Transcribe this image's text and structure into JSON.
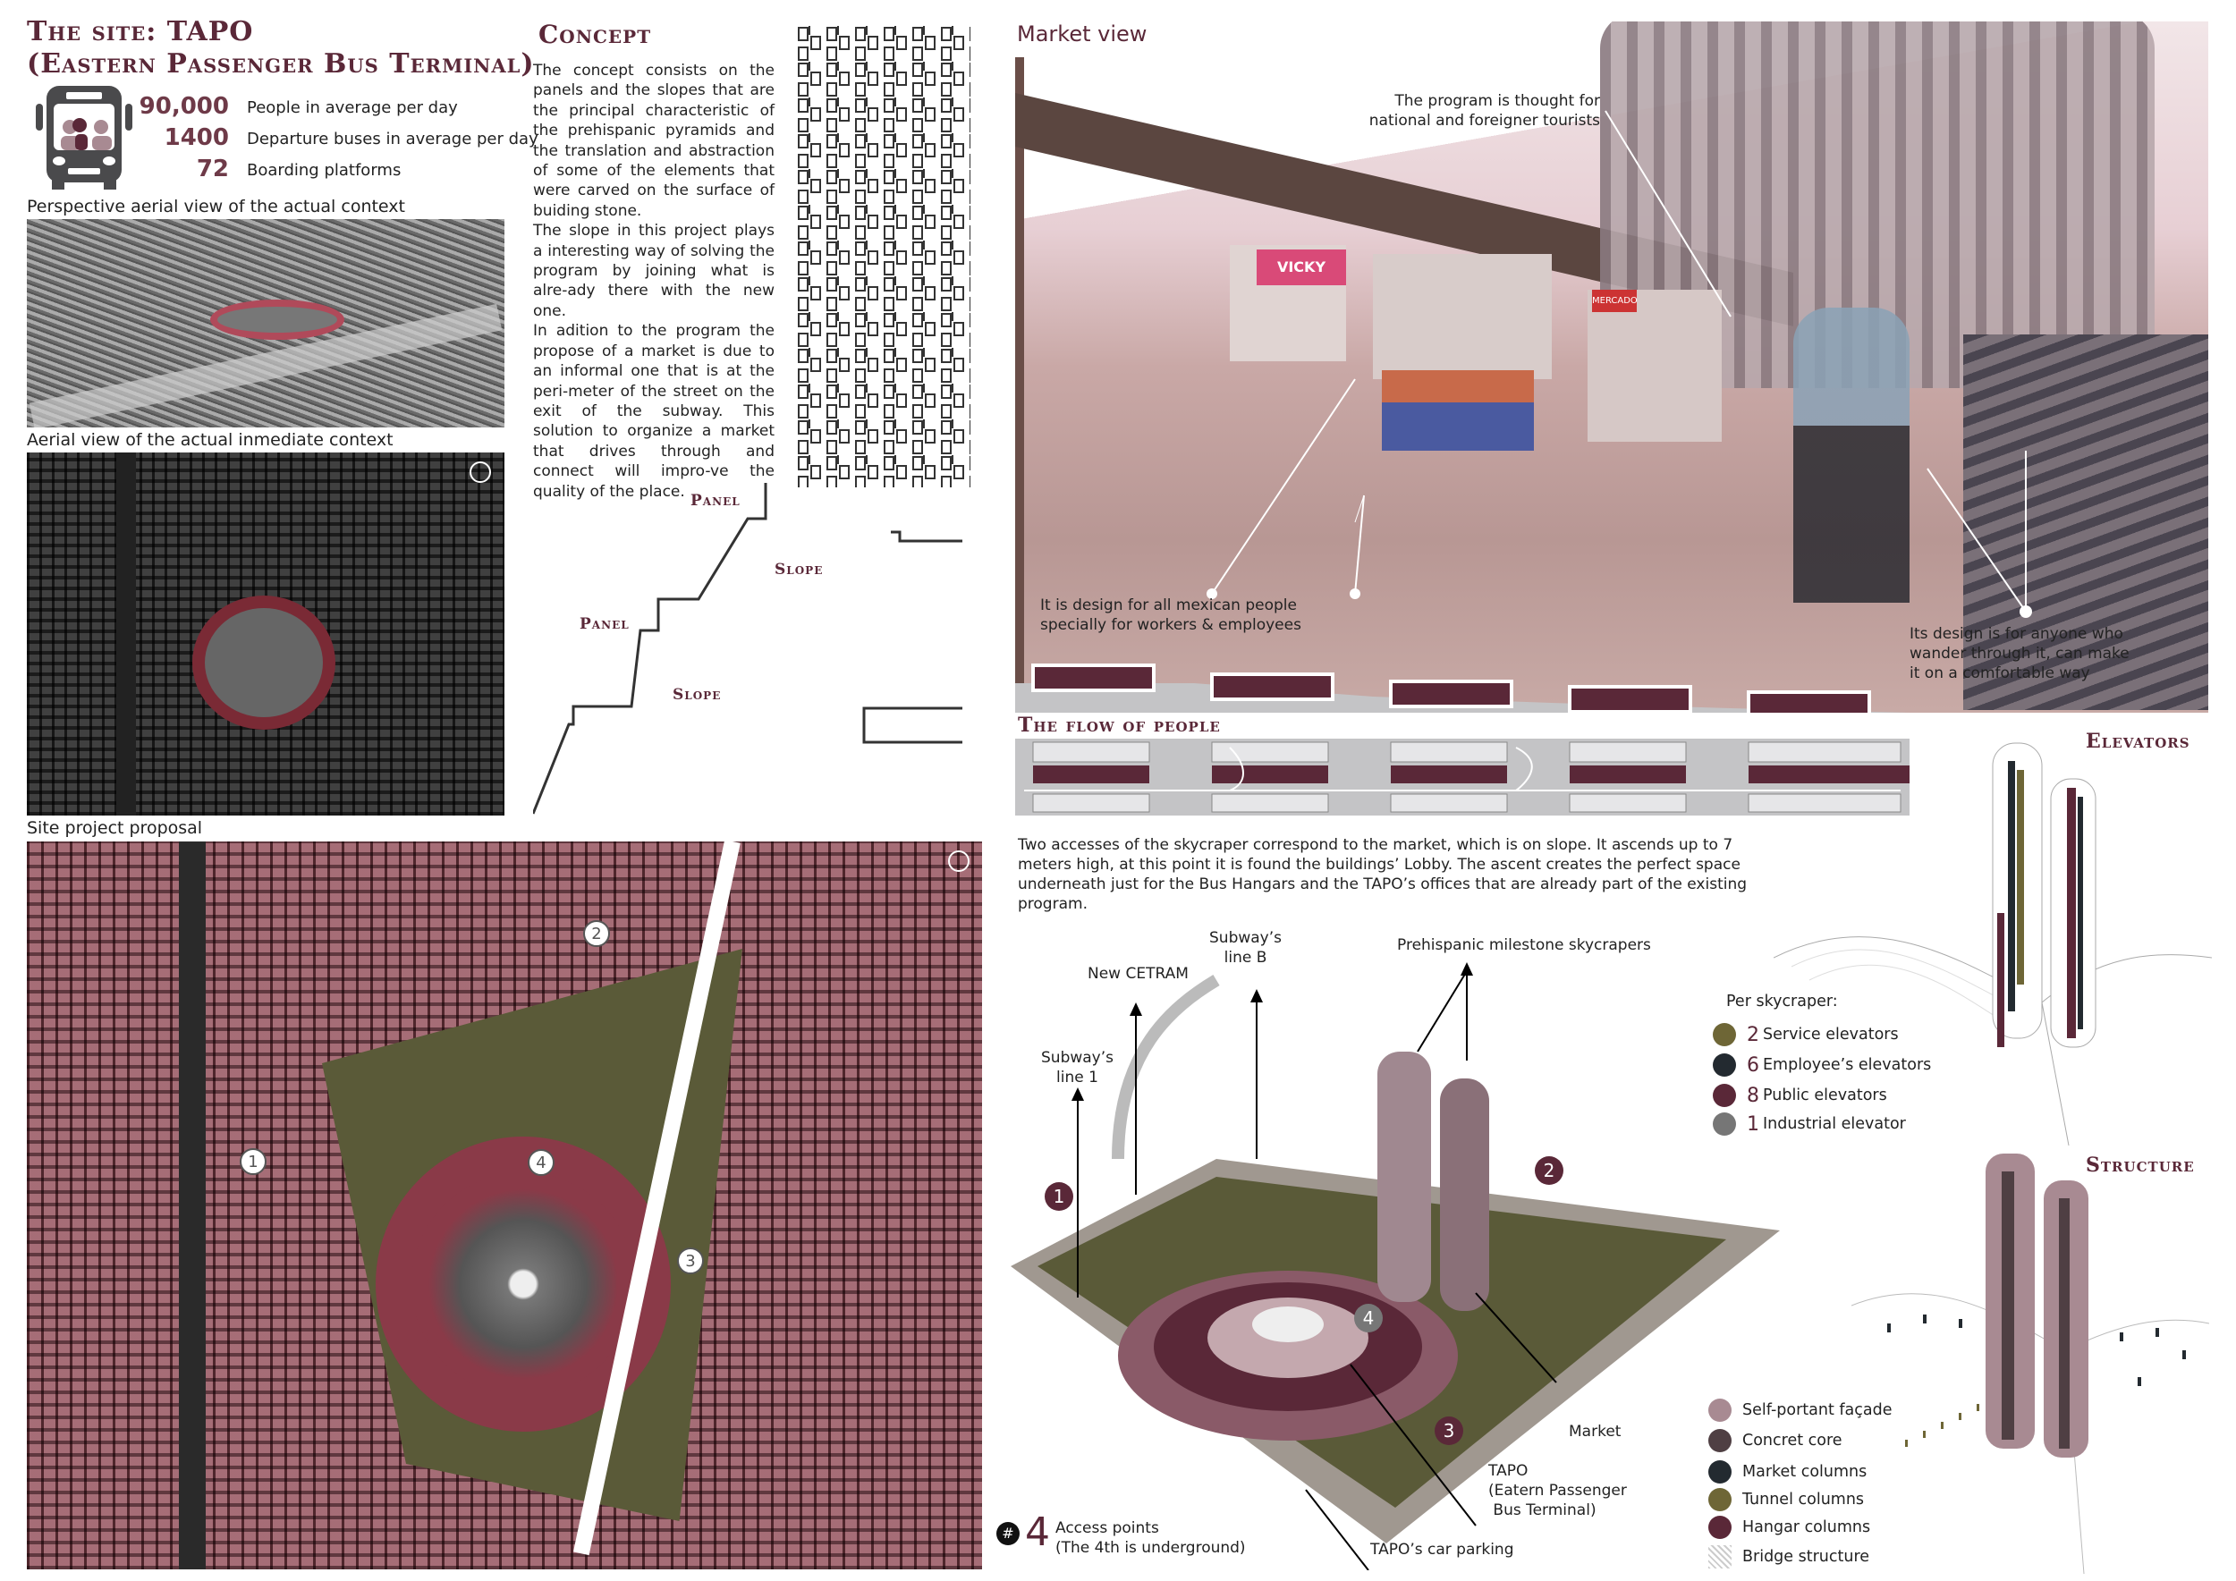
{
  "site": {
    "title_line1": "The site: TAPO",
    "title_line2": "(Eastern Passenger Bus Terminal)",
    "stats": [
      {
        "value": "90,000",
        "label": "People in average per day"
      },
      {
        "value": "1400",
        "label": "Departure buses in average per day"
      },
      {
        "value": "72",
        "label": "Boarding platforms"
      }
    ],
    "caption_perspective": "Perspective aerial view of the actual context",
    "caption_aerial": "Aerial view of the actual inmediate context",
    "caption_proposal": "Site project proposal",
    "map_markers": [
      "1",
      "2",
      "3",
      "4"
    ]
  },
  "concept": {
    "title": "Concept",
    "text": "The concept consists on the panels and the slopes that are the principal characteristic of the prehispanic pyramids and the translation and abstraction of some of the elements that were carved on the surface of buiding stone.\nThe slope in this project plays a interesting way of solving the program by joining what is alre-ady there with the new one.\nIn adition to the program the propose of a market is due to an informal  one that is at the peri-meter of the street on the exit of the subway. This solution to organize a market that drives through and connect will impro-ve the quality of the place.",
    "diagram_labels": {
      "panel1": "Panel",
      "slope1": "Slope",
      "panel2": "Panel",
      "slope2": "Slope"
    }
  },
  "market": {
    "title": "Market view",
    "note_tourists": "The program is thought for national and foreigner tourists",
    "note_mexican": "It is design for all mexican people specially for workers & employees",
    "note_anyone": "Its design is for anyone who wander through it, can make it on a comfortable way",
    "sign_vicky": "VICKY",
    "sign_mercado": "MERCADO"
  },
  "flow": {
    "title": "The flow of people",
    "paragraph": "Two accesses of the skycraper correspond to the market, which is on slope. It ascends up to 7 meters high, at this point it is found the buildings’ Lobby. The ascent creates the perfect space underneath just for the Bus Hangars and the TAPO’s offices that are already part of the existing program."
  },
  "axo": {
    "labels": {
      "cetram": "New CETRAM",
      "line_b": "Subway’s\nline B",
      "skycrapers": "Prehispanic milestone skycrapers",
      "line_1": "Subway’s\nline 1",
      "market": "Market",
      "tapo": "TAPO\n(Eatern Passenger\n Bus Terminal)",
      "parking": "TAPO’s car parking"
    },
    "markers": [
      "1",
      "2",
      "3",
      "4"
    ],
    "access": {
      "hash": "#",
      "count": "4",
      "line1": "Access points",
      "line2": "(The 4th is underground)"
    }
  },
  "elevators": {
    "title": "Elevators",
    "per": "Per skycraper:",
    "items": [
      {
        "count": "2",
        "label": "Service elevators",
        "color": "#6e6636"
      },
      {
        "count": "6",
        "label": "Employee’s elevators",
        "color": "#232a30"
      },
      {
        "count": "8",
        "label": "Public elevators",
        "color": "#5a2838"
      },
      {
        "count": "1",
        "label": "Industrial elevator",
        "color": "#767676"
      }
    ]
  },
  "structure": {
    "title": "Structure",
    "items": [
      {
        "label": "Self-portant façade",
        "color": "#a88a92"
      },
      {
        "label": "Concret core",
        "color": "#4f3f43"
      },
      {
        "label": "Market columns",
        "color": "#232a30"
      },
      {
        "label": "Tunnel columns",
        "color": "#6e6636"
      },
      {
        "label": "Hangar columns",
        "color": "#5a2838"
      },
      {
        "label": "Bridge structure",
        "color": "#cccccc"
      }
    ]
  },
  "colors": {
    "accent": "#5a2838",
    "pink_map": "#d3aeb4"
  }
}
